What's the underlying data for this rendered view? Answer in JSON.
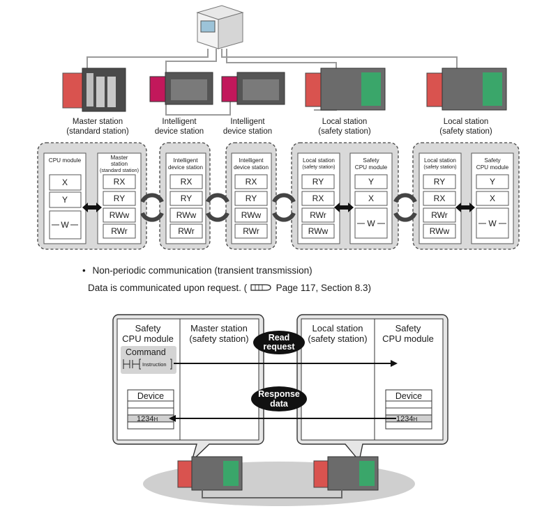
{
  "stations": [
    {
      "line1": "Master station",
      "line2": "(standard station)"
    },
    {
      "line1": "Intelligent",
      "line2": "device station"
    },
    {
      "line1": "Intelligent",
      "line2": "device station"
    },
    {
      "line1": "Local station",
      "line2": "(safety station)"
    },
    {
      "line1": "Local station",
      "line2": "(safety station)"
    }
  ],
  "groups": {
    "master": {
      "cpu_header": "CPU module",
      "cpu_cells": [
        "X",
        "Y",
        "W"
      ],
      "master_header": [
        "Master",
        "station",
        "(standard station)"
      ],
      "master_cells": [
        "RX",
        "RY",
        "RWw",
        "RWr"
      ]
    },
    "intelligent1": {
      "header": [
        "Intelligent",
        "device station"
      ],
      "cells": [
        "RX",
        "RY",
        "RWw",
        "RWr"
      ]
    },
    "intelligent2": {
      "header": [
        "Intelligent",
        "device station"
      ],
      "cells": [
        "RX",
        "RY",
        "RWw",
        "RWr"
      ]
    },
    "local1": {
      "local_header": [
        "Local station",
        "(safety station)"
      ],
      "local_cells": [
        "RY",
        "RX",
        "RWr",
        "RWw"
      ],
      "safety_header": [
        "Safety",
        "CPU module"
      ],
      "safety_cells": [
        "Y",
        "X",
        "W"
      ]
    },
    "local2": {
      "local_header": [
        "Local station",
        "(safety station)"
      ],
      "local_cells": [
        "RY",
        "RX",
        "RWr",
        "RWw"
      ],
      "safety_header": [
        "Safety",
        "CPU module"
      ],
      "safety_cells": [
        "Y",
        "X",
        "W"
      ]
    }
  },
  "text": {
    "bullet": "•",
    "heading": "Non-periodic communication (transient transmission)",
    "body": "Data is communicated upon request. (",
    "page_ref": "Page 117, Section 8.3)"
  },
  "transient": {
    "left_safety_cpu": [
      "Safety",
      "CPU module"
    ],
    "left_master": [
      "Master station",
      "(safety station)"
    ],
    "command_label": "Command",
    "instruction_label": "Instruction",
    "right_local": [
      "Local station",
      "(safety station)"
    ],
    "right_safety_cpu": [
      "Safety",
      "CPU module"
    ],
    "read_request": [
      "Read",
      "request"
    ],
    "response_data": [
      "Response",
      "data"
    ],
    "device_label_left": "Device",
    "device_label_right": "Device",
    "value_left": "1234",
    "value_right": "1234",
    "hex_suffix": "H"
  },
  "colors": {
    "module_red": "#d9534f",
    "module_dark": "#3a3a3a",
    "module_green": "#3aa66a",
    "group_fill": "#d9d9d9",
    "shadow": "#c8c8c8"
  }
}
